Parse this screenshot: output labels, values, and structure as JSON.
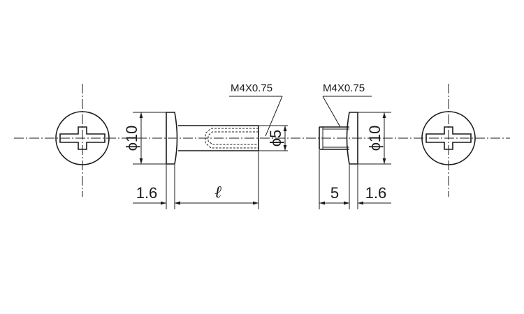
{
  "labels": {
    "thread_left": "M4X0.75",
    "thread_right": "M4X0.75",
    "dia_head_left": "ϕ10",
    "dia_shank": "ϕ5",
    "dia_head_right": "ϕ10",
    "head_len_left": "1.6",
    "length_symbol": "ℓ",
    "socket_len": "5",
    "head_len_right": "1.6"
  }
}
